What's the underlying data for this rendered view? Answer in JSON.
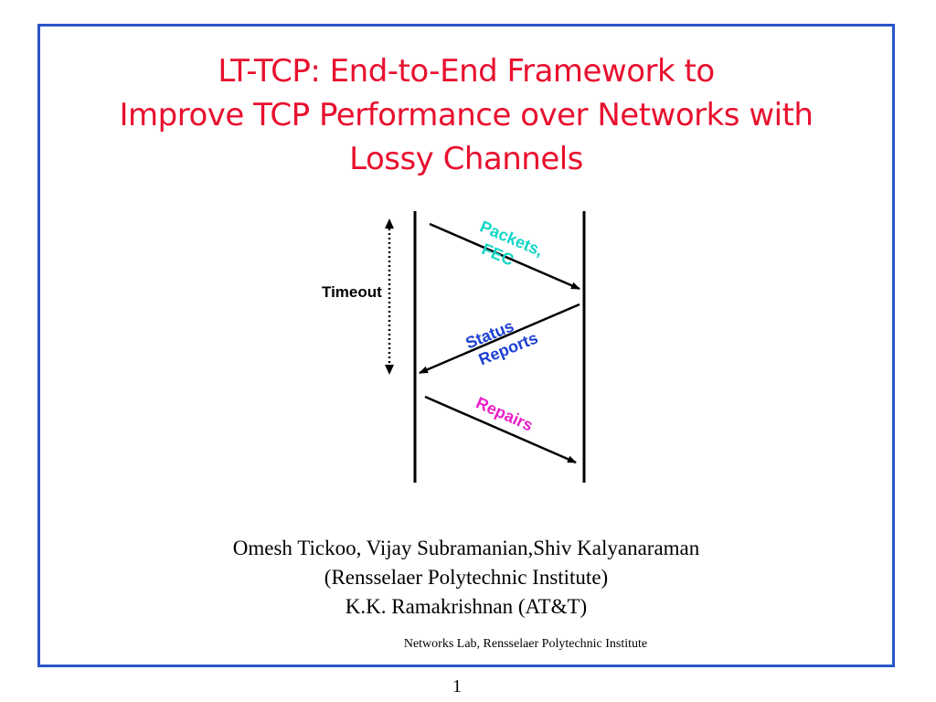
{
  "slide": {
    "title_lines": [
      "LT-TCP: End-to-End Framework to",
      "Improve TCP Performance over Networks with",
      "Lossy Channels"
    ],
    "authors_lines": [
      "Omesh Tickoo, Vijay Subramanian,Shiv Kalyanaraman",
      "(Rensselaer Polytechnic Institute)",
      "K.K. Ramakrishnan (AT&T)"
    ],
    "footer": "Networks Lab, Rensselaer Polytechnic Institute",
    "page_number": "1"
  },
  "diagram": {
    "timeout_label": "Timeout",
    "arrows": [
      {
        "label_lines": [
          "Packets,",
          "FEC"
        ],
        "color": "#12d6c6"
      },
      {
        "label_lines": [
          "Status",
          "Reports"
        ],
        "color": "#1b3fd1"
      },
      {
        "label_lines": [
          "Repairs"
        ],
        "color": "#e81ec8"
      }
    ]
  },
  "colors": {
    "frame": "#2a55c8",
    "title": "#e8102e",
    "lines": "#000000"
  }
}
